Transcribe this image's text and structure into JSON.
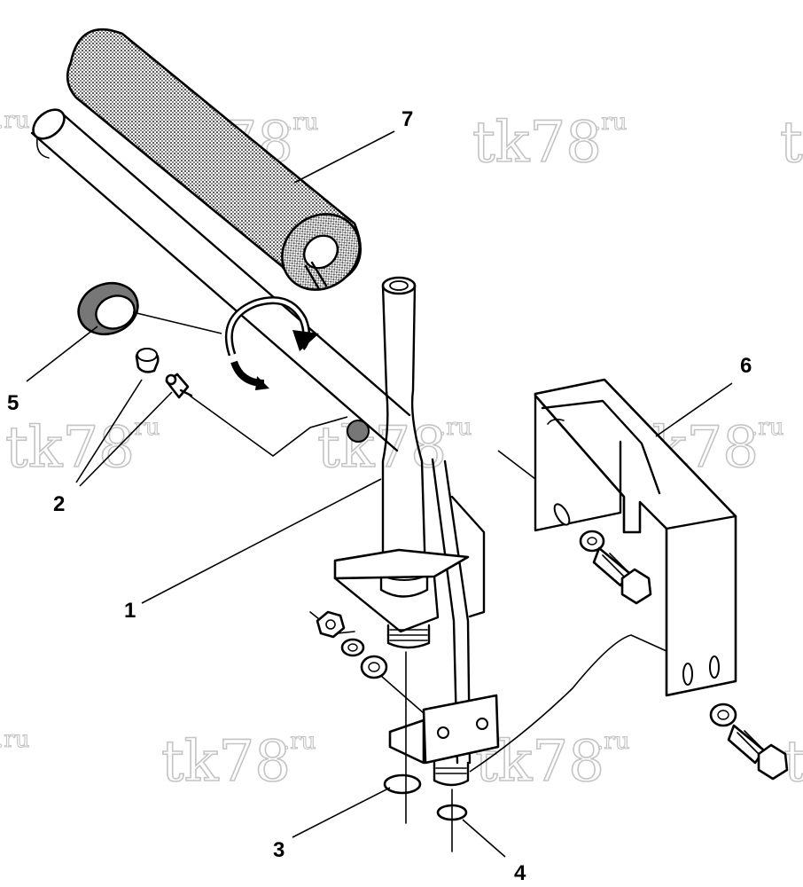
{
  "watermark": {
    "main": "tk78",
    "suffix": ".ru"
  },
  "callouts": [
    {
      "id": "1",
      "label": "1"
    },
    {
      "id": "2",
      "label": "2"
    },
    {
      "id": "3",
      "label": "3"
    },
    {
      "id": "4",
      "label": "4"
    },
    {
      "id": "5",
      "label": "5"
    },
    {
      "id": "6",
      "label": "6"
    },
    {
      "id": "7",
      "label": "7"
    }
  ],
  "colors": {
    "line": "#000000",
    "watermark": "#c4c4c4",
    "grip_fill": "#9a9a9a"
  },
  "icons": [
    "rotation-arrow-icon"
  ]
}
